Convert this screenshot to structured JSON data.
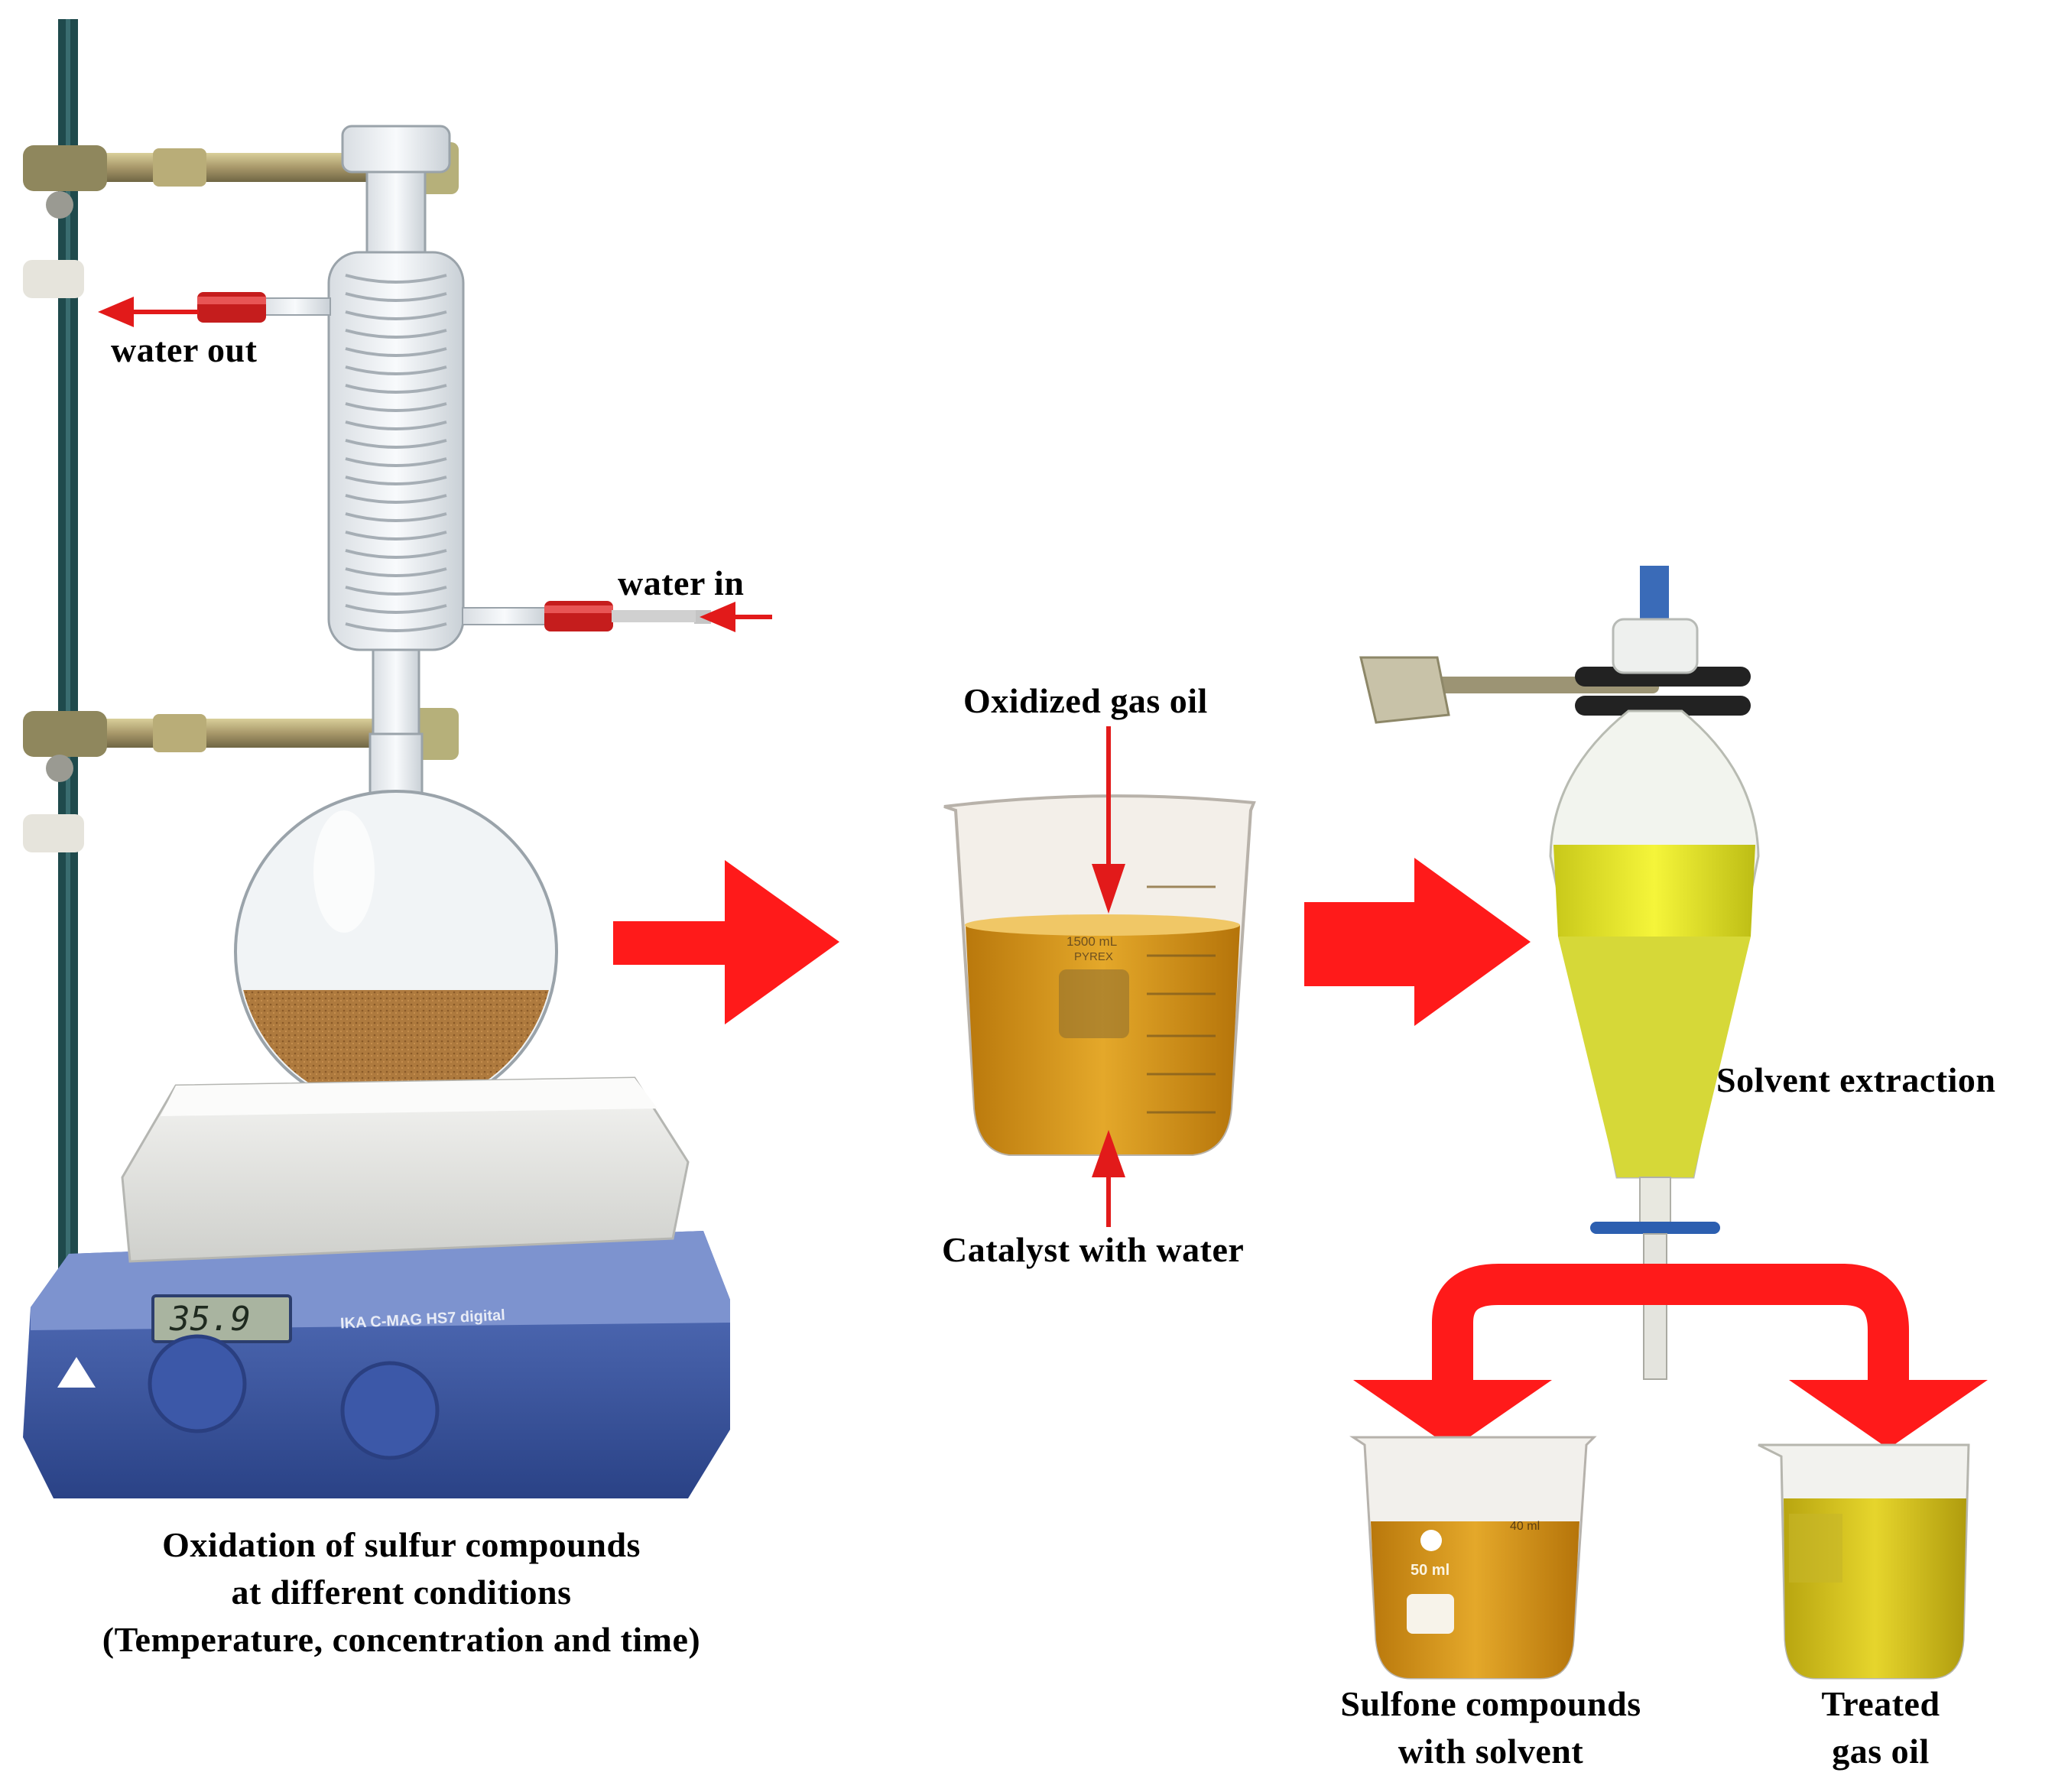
{
  "labels": {
    "water_out": "water out",
    "water_in": "water in",
    "oxidized_gas_oil": "Oxidized gas oil",
    "catalyst_with_water": "Catalyst with water",
    "solvent_extraction": "Solvent extraction",
    "sulfone_line1": "Sulfone compounds",
    "sulfone_line2": "with solvent",
    "treated_line1": "Treated",
    "treated_line2": "gas oil",
    "oxidation_line1": "Oxidation of sulfur compounds",
    "oxidation_line2": "at different conditions",
    "oxidation_line3": "(Temperature, concentration and time)"
  },
  "hotplate": {
    "display_value": "35.9",
    "brand_text": "IKA C-MAG HS7 digital"
  },
  "beaker_markings": {
    "main": "1500 mL",
    "brand": "PYREX",
    "small": "50 ml",
    "small_max": "40 ml"
  },
  "colors": {
    "arrow": "#ff1a1a",
    "gas_oil": "#d99a1c",
    "sulfone": "#d9900f",
    "treated": "#d8c41a",
    "funnel_liquid": "#e8e82a",
    "catalyst_powder": "#b07a3c",
    "hotplate_base": "#3d5aa8"
  }
}
